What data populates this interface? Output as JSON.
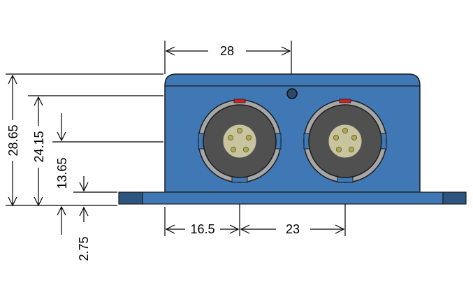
{
  "dimensions": {
    "top_width": "28",
    "total_height": "28.65",
    "height_to_top_edge": "24.15",
    "height_to_connector_center": "13.65",
    "flange_thickness": "2.75",
    "left_to_first_connector": "16.5",
    "connector_spacing": "23"
  },
  "colors": {
    "body": "#3f78b4",
    "body_outline": "#1c1c1c",
    "body_top_band": "#3a72ae",
    "flange_end": "#2d5580",
    "connector_ring": "#a6a6a6",
    "connector_body": "#505050",
    "connector_face": "#c8c4a0",
    "pin": "#b0a855",
    "key_mark": "#d42020"
  }
}
